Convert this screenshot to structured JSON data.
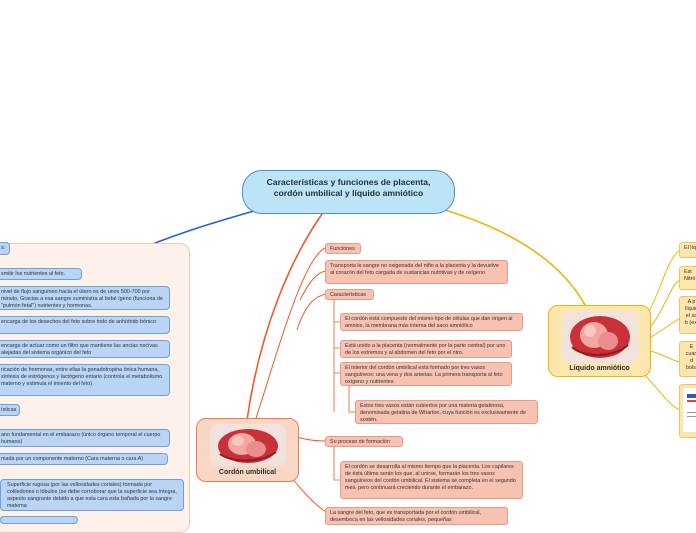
{
  "central": {
    "title": "Características y funciones de placenta, cordón umbilical y líquido amniótico"
  },
  "cordon": {
    "title": "Cordón umbilical",
    "funciones": "Funciones",
    "transporta": "Transporta la sangre no oxigenada del niño a la placenta y la devuelve al corazón del feto cargada de sustancias nutritivas y de oxígeno",
    "caracteristicas": "Características",
    "c1": "El cordón está compuesto del mismo tipo de células que dan origen al amnios, la membrana más interna del saco amniótico",
    "c2": "Está unido a la placenta (normalmente por la parte central) por uno de los extremos y al abdomen del feto por el otro.",
    "c3": "El interior del cordón umbilical está formado por tres vasos sanguíneos: una vena y dos arterias. La primera transporta al feto oxígeno y nutrientes",
    "c4": "Estos tres vasos están cubiertos por una materia gelatinosa, denominada gelatina de Wharton, cuya función es exclusivamente de sostén.",
    "proceso": "Su proceso de formación",
    "p1": "El cordón se desarrolla al mismo tiempo que la placenta. Los capilares de ésta última serán los que, al unirse, formarán los tres vasos sanguíneos del cordón umbilical. El sistema se completa en el segundo mes, pero continuará creciendo durante el embarazo.",
    "p2": "La sangre del feto, que es transportada por el cordón umbilical, desemboca en las vellosidades coriales, pequeñas"
  },
  "placenta": {
    "b1": "s:",
    "b2": "smitir los nutrientes al feto.",
    "b3": "nivel de flujo sanguíneo hacia el útero es de unos 500-700 por minuto, Gracias a esa sangre suministra al bebé ígeno (funciona de \"pulmón fetal\") nutrientes y hormonas.",
    "b4": "encarga de los desechos del feto sobre todo de anhídrido bónico",
    "b5": "encarga de actuar como un filtro que mantiene las ancias nocivas alejadas del sistema orgánico del feto",
    "b6": "ricación de hormonas, entre ellas la gonadotropina ónica humana, síntesis de estrógenos y lactógeno entario (controla el metabolismo materno y estimula el imiento del feto)",
    "b7": "ísticas",
    "b8": "ano fundamental en el embarazo (único órgano temporal el cuerpo humano)",
    "b9": "mada por un componente materno (Cara materna o cara A)",
    "b10": "Superficie rugosa (por las vellosidades coriales) formada por cotiledones o lóbulos (se debe corroborar que la superficie sea íntegra, aspecto sangrante debido a que esta cara esta bañada por la sangre materna"
  },
  "liquido": {
    "title": "Líquido amniótico",
    "l1": "El líq",
    "l2": "Est Nitró",
    "l3": "A p líquid el sa b (exi",
    "l4": "E cuan d bolsi"
  },
  "colors": {
    "blue_line": "#1f64c6",
    "orange_line": "#ef5a2c",
    "yellow_line": "#f3b300"
  }
}
